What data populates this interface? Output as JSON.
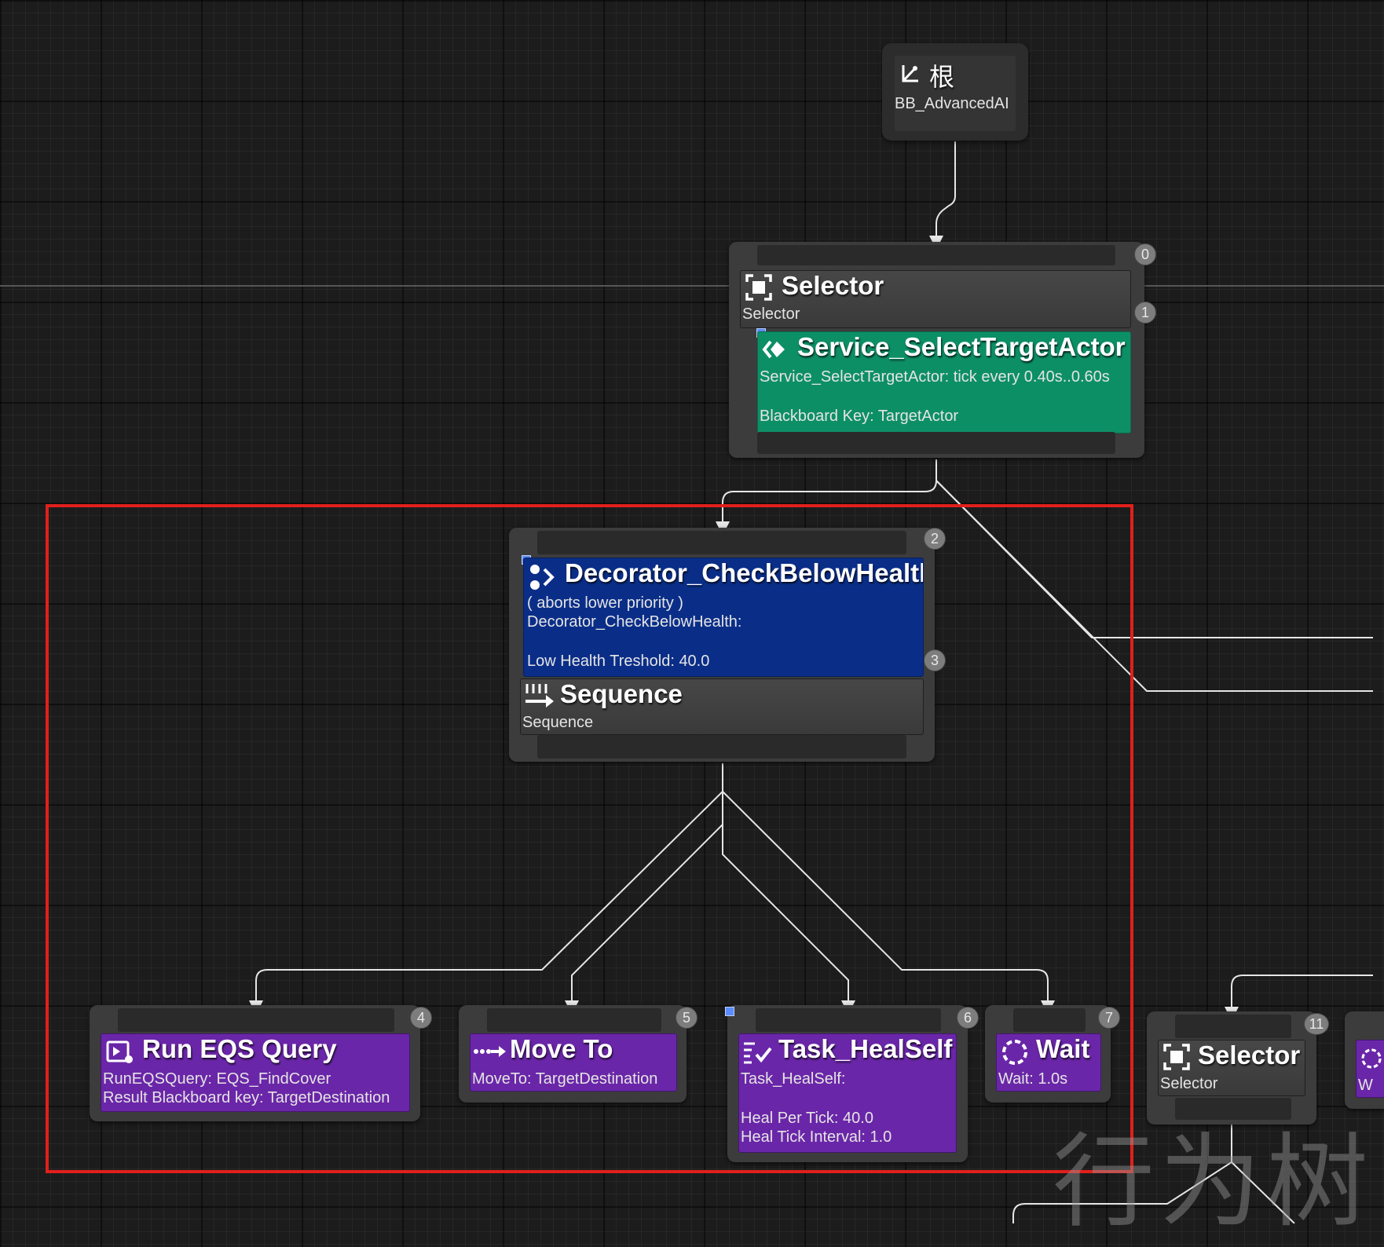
{
  "root": {
    "title": "根",
    "subtitle": "BB_AdvancedAI"
  },
  "selector_main": {
    "title": "Selector",
    "subtitle": "Selector",
    "badges": [
      "0",
      "1"
    ]
  },
  "service": {
    "title": "Service_SelectTargetActor",
    "line1": "Service_SelectTargetActor: tick every 0.40s..0.60s",
    "line2": "Blackboard Key: TargetActor"
  },
  "decorator": {
    "title": "Decorator_CheckBelowHealth",
    "line1": "( aborts lower priority )",
    "line2": "Decorator_CheckBelowHealth:",
    "line3": "Low Health Treshold: 40.0",
    "badges": [
      "2",
      "3"
    ]
  },
  "sequence": {
    "title": "Sequence",
    "subtitle": "Sequence"
  },
  "tasks": {
    "eqs": {
      "title": "Run EQS Query",
      "line1": "RunEQSQuery: EQS_FindCover",
      "line2": "Result Blackboard key: TargetDestination",
      "badge": "4"
    },
    "moveto": {
      "title": "Move To",
      "line1": "MoveTo: TargetDestination",
      "badge": "5"
    },
    "heal": {
      "title": "Task_HealSelf",
      "line1": "Task_HealSelf:",
      "line2": "Heal Per Tick: 40.0",
      "line3": "Heal Tick Interval: 1.0",
      "badge": "6"
    },
    "wait": {
      "title": "Wait",
      "line1": "Wait: 1.0s",
      "badge": "7"
    }
  },
  "selector_right": {
    "title": "Selector",
    "subtitle": "Selector",
    "badge": "11",
    "partial_text": "W"
  },
  "watermark": "行为树",
  "colors": {
    "service": "#0d8f66",
    "decorator": "#0a2e88",
    "task": "#6a26a8",
    "composite": "#3c3c3c",
    "highlight": "#e0201c"
  }
}
